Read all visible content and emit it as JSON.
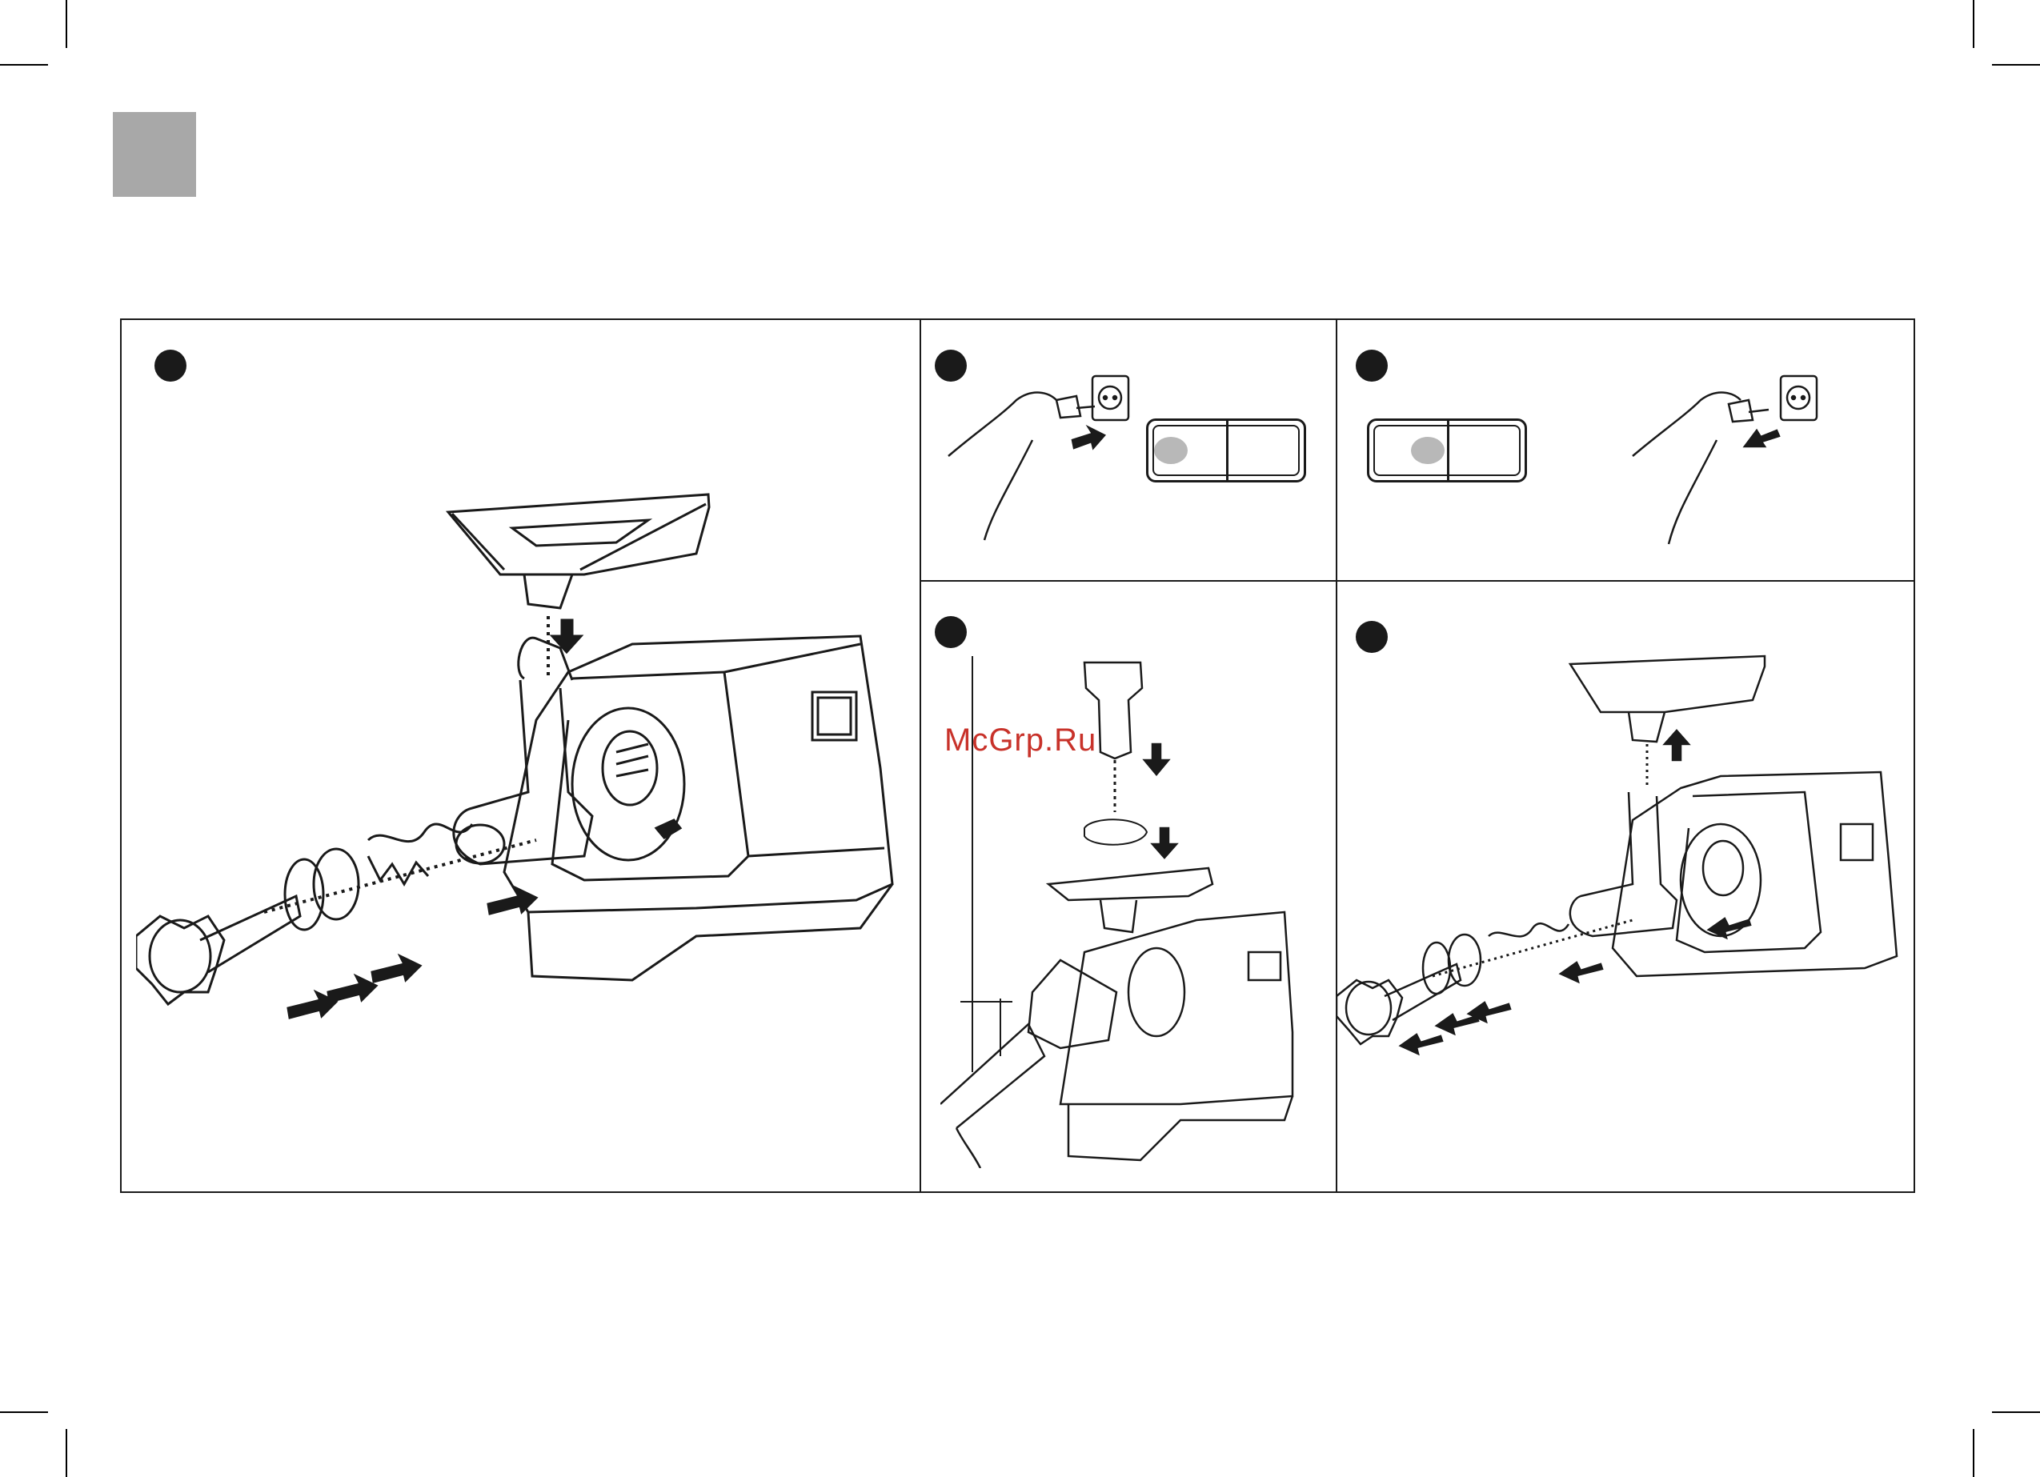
{
  "watermark": {
    "text": "McGrp.Ru",
    "color": "#c8322a"
  },
  "colors": {
    "tab": "#a8a8a8",
    "line": "#1a1a1a",
    "switch_knob": "#b8b8b8"
  },
  "steps": [
    {
      "panel": "assembly",
      "icon": "meat-grinder-assembly-illustration"
    },
    {
      "panel": "plug-in-and-switch-on",
      "icon": "plug-socket-switch-illustration"
    },
    {
      "panel": "switch-off-and-unplug",
      "icon": "switch-plug-socket-illustration"
    },
    {
      "panel": "sausage-stuffing",
      "icon": "sausage-stuffer-illustration"
    },
    {
      "panel": "disassembly",
      "icon": "meat-grinder-disassembly-illustration"
    }
  ]
}
